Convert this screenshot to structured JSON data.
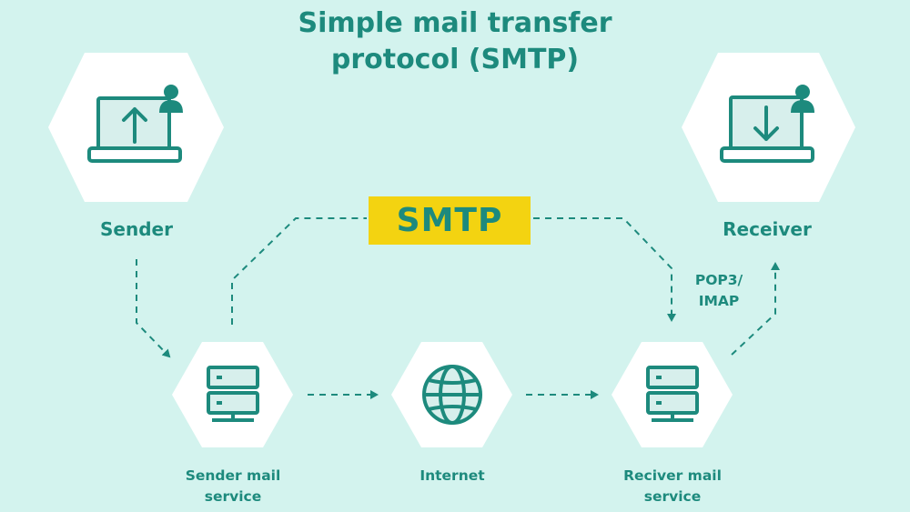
{
  "title": {
    "line1": "Simple mail transfer",
    "line2": "protocol (SMTP)"
  },
  "colors": {
    "background": "#d3f3ee",
    "teal": "#1d8a7d",
    "accent": "#f3d311",
    "screen": "#d7efec",
    "white": "#ffffff"
  },
  "nodes": {
    "sender": {
      "label": "Sender",
      "icon": "laptop-upload-user-icon"
    },
    "receiver": {
      "label": "Receiver",
      "icon": "laptop-download-user-icon"
    },
    "sender_mail_service": {
      "label_line1": "Sender mail",
      "label_line2": "service",
      "icon": "server-icon"
    },
    "internet": {
      "label": "Internet",
      "icon": "globe-icon"
    },
    "receiver_mail_service": {
      "label_line1": "Reciver mail",
      "label_line2": "service",
      "icon": "server-icon"
    }
  },
  "protocol": {
    "smtp": "SMTP",
    "pop3_line1": "POP3/",
    "pop3_line2": "IMAP"
  }
}
